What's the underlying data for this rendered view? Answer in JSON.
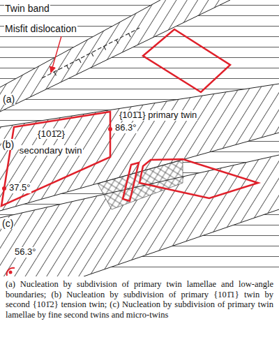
{
  "diagram": {
    "caption": "(a) Nucleation by subdivision of primary twin lamellae and low-angle boundaries; (b) Nucleation by subdivision of primary {101̄1} twin by second {101̄2} tension twin; (c) Nucleation by subdivision of primary twin lamellae by fine second twins and micro-twins",
    "nodes": [
      {
        "text": [
          "{101̄2} secondary twin"
        ]
      }
    ],
    "labels": [
      "Twin band",
      "Misfit dislocation",
      "(a)",
      "{101̄1} primary twin",
      "86.3°",
      "(b)",
      "37.5°",
      "(c)",
      "56.3°"
    ]
  }
}
